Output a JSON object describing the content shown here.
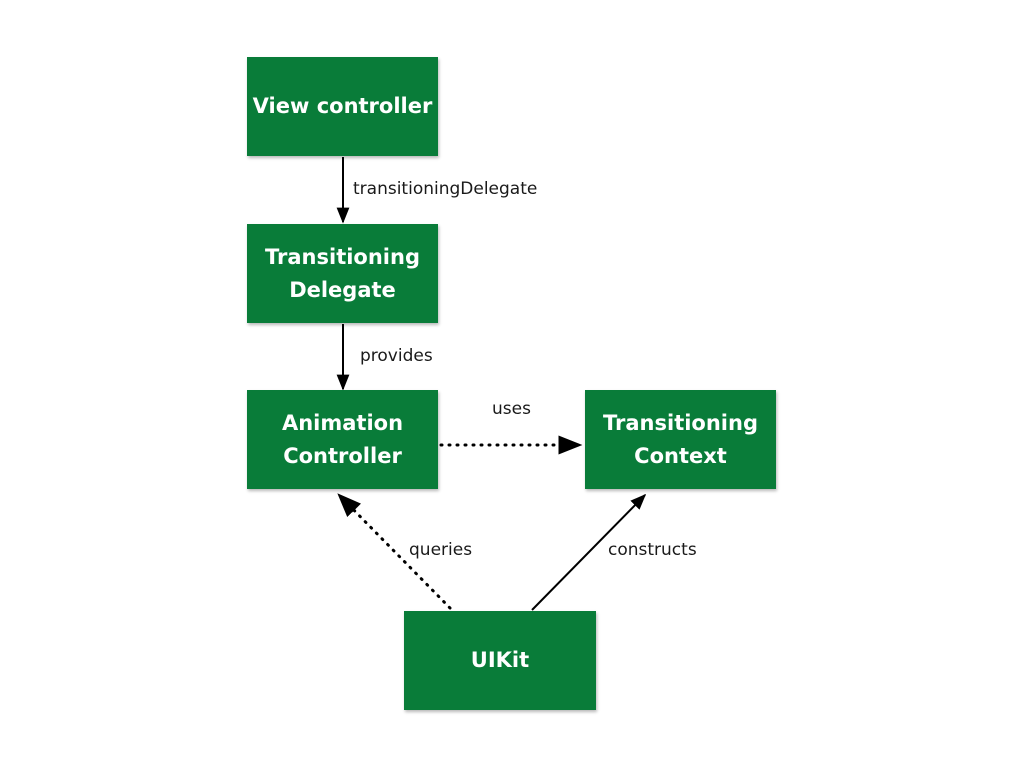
{
  "colors": {
    "node_fill": "#097c39",
    "node_text": "#ffffff",
    "edge": "#000000"
  },
  "nodes": {
    "view_controller": "View controller",
    "transitioning_delegate": "Transitioning\nDelegate",
    "animation_controller": "Animation\nController",
    "transitioning_context": "Transitioning\nContext",
    "uikit": "UIKit"
  },
  "edges": {
    "transitioning_delegate": "transitioningDelegate",
    "provides": "provides",
    "uses": "uses",
    "queries": "queries",
    "constructs": "constructs"
  }
}
